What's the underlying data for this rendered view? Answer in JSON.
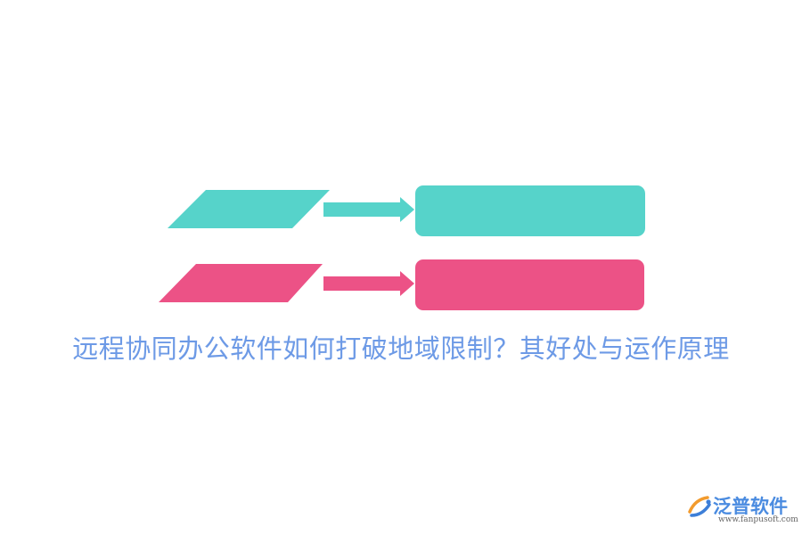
{
  "colors": {
    "teal": "#56d3ca",
    "pink": "#ec5286",
    "title": "#6d9ae6",
    "brand": "#4a8be0",
    "brand_url": "#666666",
    "logo_orange": "#f29b2e",
    "logo_blue": "#3d7fd8"
  },
  "diagram": {
    "rows": [
      {
        "color_key": "teal",
        "shapes": [
          "parallelogram-icon",
          "arrow-right-icon",
          "rounded-box"
        ]
      },
      {
        "color_key": "pink",
        "shapes": [
          "parallelogram-icon",
          "arrow-right-icon",
          "rounded-box"
        ]
      }
    ]
  },
  "headline": "远程协同办公软件如何打破地域限制？其好处与运作原理",
  "brand": {
    "logo_icon": "fanpu-logo-icon",
    "name": "泛普软件",
    "url": "www.fanpusoft.com"
  }
}
